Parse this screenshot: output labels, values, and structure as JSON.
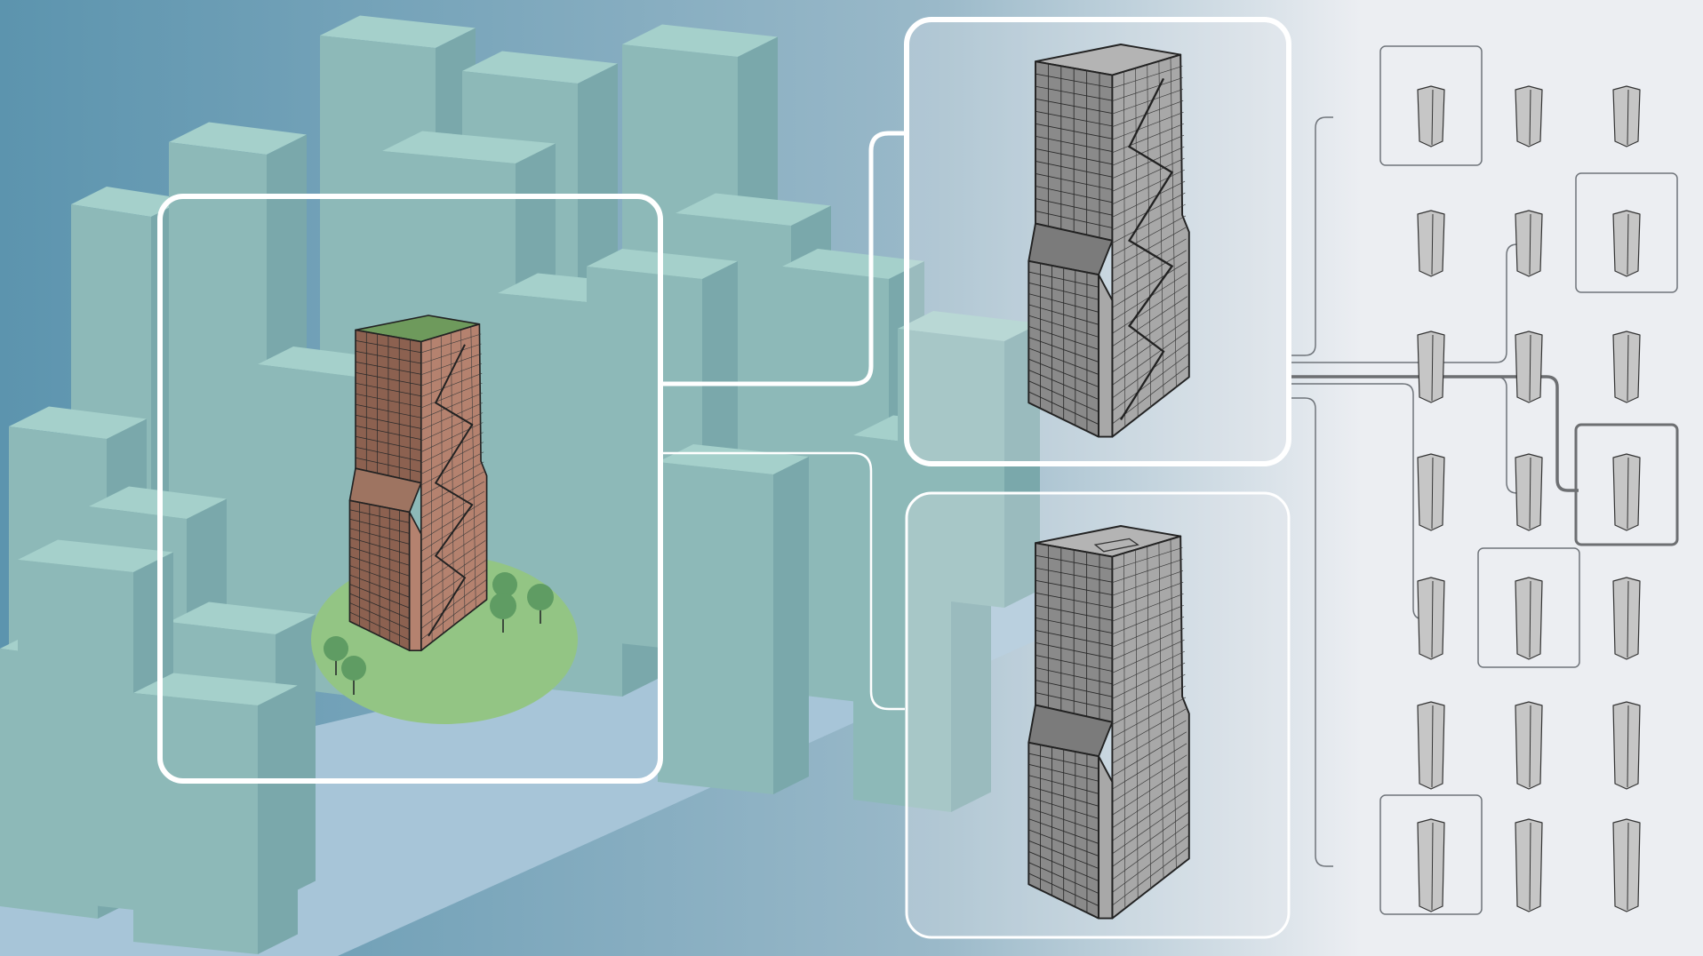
{
  "palette": {
    "bg_left": "#5c94ae",
    "bg_mid": "#9ab9c9",
    "bg_right": "#eceef2",
    "ground": "#a7c5d8",
    "city_front": "#8db9b8",
    "city_top": "#a5d0cb",
    "city_side": "#7aa8ab",
    "tower_front": "#8c6150",
    "tower_side": "#b5826f",
    "tower_roof": "#6e9a5c",
    "tower_setback": "#9e7461",
    "lawn": "#93c584",
    "tree": "#5f9c63",
    "grey_front": "#8a8a8a",
    "grey_side": "#a8a8a8",
    "grey_roof": "#b4b4b4",
    "grey_setback": "#7b7b7b",
    "mini_fill": "#c6c6c6",
    "frame": "#ffffff",
    "connector": "#6f747a",
    "selection": "#6d6f72"
  },
  "panels": {
    "site_view": "site-view",
    "option_a": "design-option-a",
    "option_b": "design-option-b"
  },
  "variant_grid": {
    "columns": 3,
    "rows": 7,
    "selected": {
      "row": 3,
      "col": 2
    },
    "highlighted": [
      {
        "row": 0,
        "col": 0
      },
      {
        "row": 1,
        "col": 2
      },
      {
        "row": 4,
        "col": 1
      },
      {
        "row": 6,
        "col": 0
      }
    ]
  }
}
